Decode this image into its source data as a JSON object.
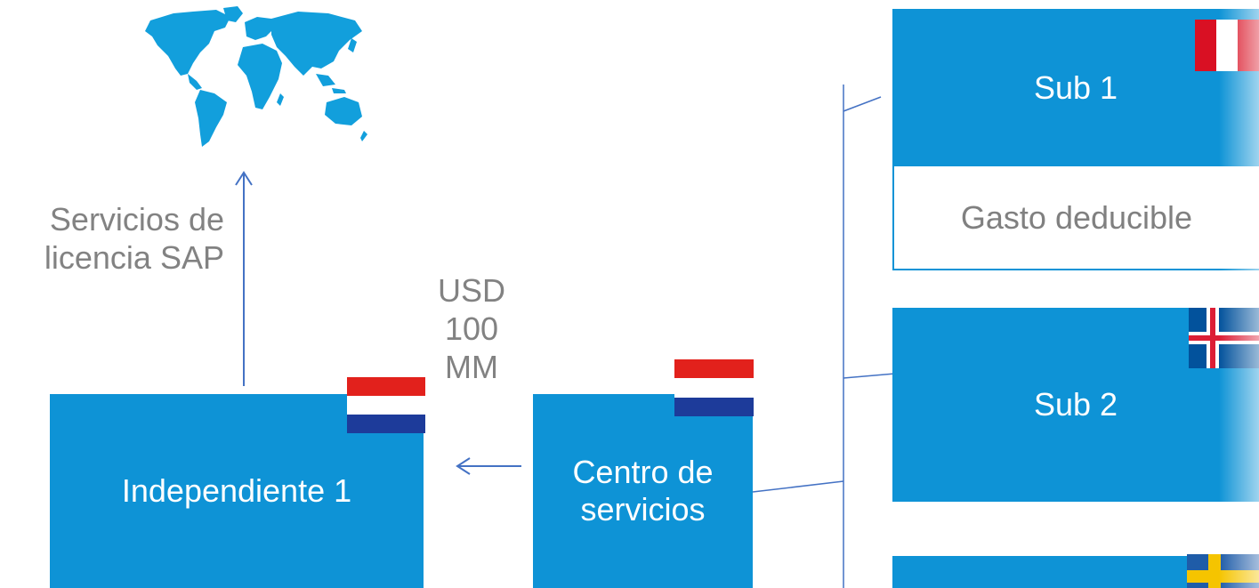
{
  "diagram": {
    "world_map": {
      "icon": "world-map-icon"
    },
    "arrow_label": {
      "line1": "Servicios de",
      "line2": "licencia SAP"
    },
    "payment_label": {
      "line1": "USD",
      "line2": "100",
      "line3": "MM"
    },
    "boxes": {
      "independiente": "Independiente 1",
      "centro": {
        "line1": "Centro de",
        "line2": "servicios"
      },
      "sub1": "Sub 1",
      "sub1_note": "Gasto deducible",
      "sub2": "Sub 2",
      "sub3": ""
    },
    "flags": {
      "netherlands": "netherlands-flag-icon",
      "peru": "peru-flag-icon",
      "iceland": "iceland-flag-icon",
      "sweden": "sweden-flag-icon"
    },
    "colors": {
      "box": "#0e93d6",
      "arrow": "#4472c4",
      "label": "#828282"
    }
  }
}
